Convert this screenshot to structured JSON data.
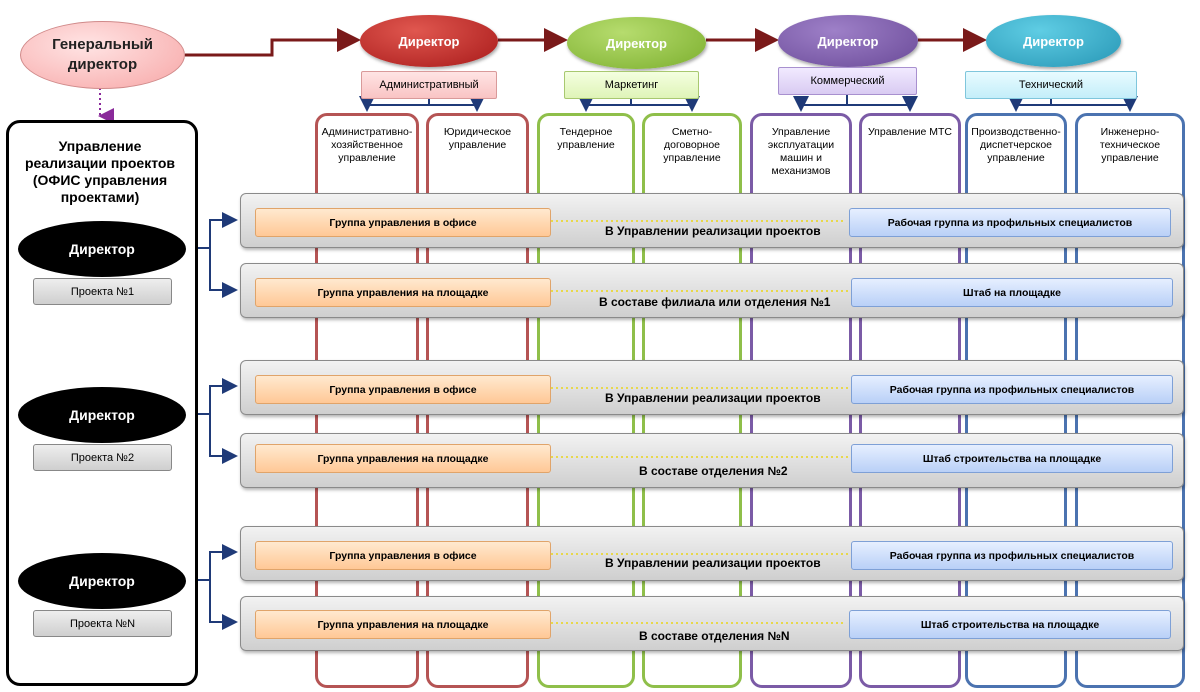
{
  "general_director": "Генеральный директор",
  "directors": [
    {
      "label": "Директор",
      "department": "Административный",
      "color": "#b71f1f"
    },
    {
      "label": "Директор",
      "department": "Маркетинг",
      "color": "#8dbd3d"
    },
    {
      "label": "Директор",
      "department": "Коммерческий",
      "color": "#7656a6"
    },
    {
      "label": "Директор",
      "department": "Технический",
      "color": "#34a5c4"
    }
  ],
  "columns": [
    {
      "label": "Административно-хозяйственное управление",
      "color": "#b55454"
    },
    {
      "label": "Юридическое управление",
      "color": "#b55454"
    },
    {
      "label": "Тендерное управление",
      "color": "#8fbf4a"
    },
    {
      "label": "Сметно-договорное управление",
      "color": "#8fbf4a"
    },
    {
      "label": "Управление эксплуатации машин и механизмов",
      "color": "#7b5ba6"
    },
    {
      "label": "Управление МТС",
      "color": "#7b5ba6"
    },
    {
      "label": "Производственно-диспетчерское управление",
      "color": "#4b73b0"
    },
    {
      "label": "Инженерно-техническое управление",
      "color": "#4b73b0"
    }
  ],
  "office": {
    "title": "Управление реализации проектов (ОФИС управления проектами)"
  },
  "projects": [
    {
      "director": "Директор",
      "project": "Проекта №1",
      "rows": [
        {
          "left": "Группа управления в офисе",
          "center": "В Управлении реализации проектов",
          "right": "Рабочая группа из профильных специалистов"
        },
        {
          "left": "Группа управления на площадке",
          "center": "В составе филиала или отделения №1",
          "right": "Штаб на площадке"
        }
      ]
    },
    {
      "director": "Директор",
      "project": "Проекта №2",
      "rows": [
        {
          "left": "Группа управления в офисе",
          "center": "В Управлении реализации проектов",
          "right": "Рабочая группа из профильных специалистов"
        },
        {
          "left": "Группа управления на площадке",
          "center": "В составе отделения №2",
          "right": "Штаб строительства на площадке"
        }
      ]
    },
    {
      "director": "Директор",
      "project": "Проекта №N",
      "rows": [
        {
          "left": "Группа управления в офисе",
          "center": "В Управлении реализации проектов",
          "right": "Рабочая группа из профильных специалистов"
        },
        {
          "left": "Группа управления на площадке",
          "center": "В составе отделения №N",
          "right": "Штаб строительства на площадке"
        }
      ]
    }
  ]
}
